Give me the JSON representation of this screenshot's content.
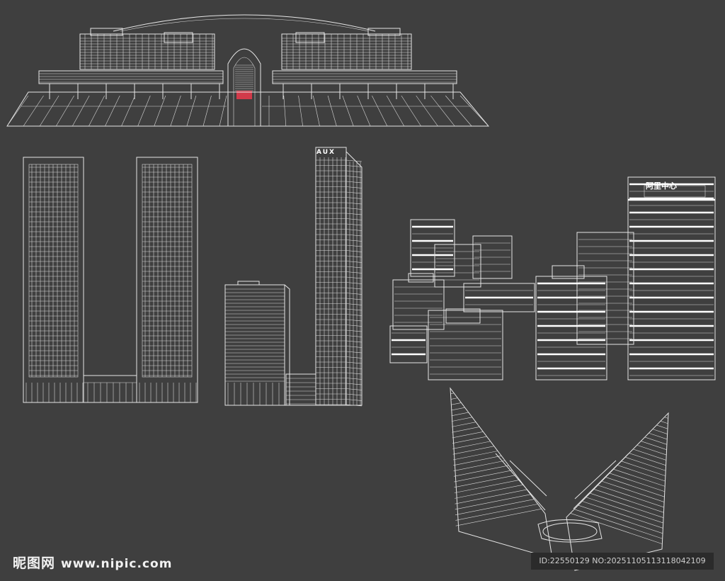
{
  "canvas": {
    "background": "#3f3f3f",
    "line_color": "#e6e6e6",
    "accent": "#d23a4a"
  },
  "drawings": {
    "station": {
      "icon": "railway-station-drawing"
    },
    "twin_towers": {
      "icon": "twin-towers-drawing"
    },
    "aux_tower": {
      "icon": "skyscraper-drawing",
      "sign": "AUX"
    },
    "alibaba_center": {
      "icon": "office-cluster-drawing",
      "sign": "阿里中心"
    },
    "pavilion": {
      "icon": "twin-wedge-pavilion-drawing"
    }
  },
  "watermark": {
    "logo_text": "昵图网",
    "site_url": "www.nipic.com",
    "image_id": "ID:22550129 NO:20251105113118042109"
  }
}
